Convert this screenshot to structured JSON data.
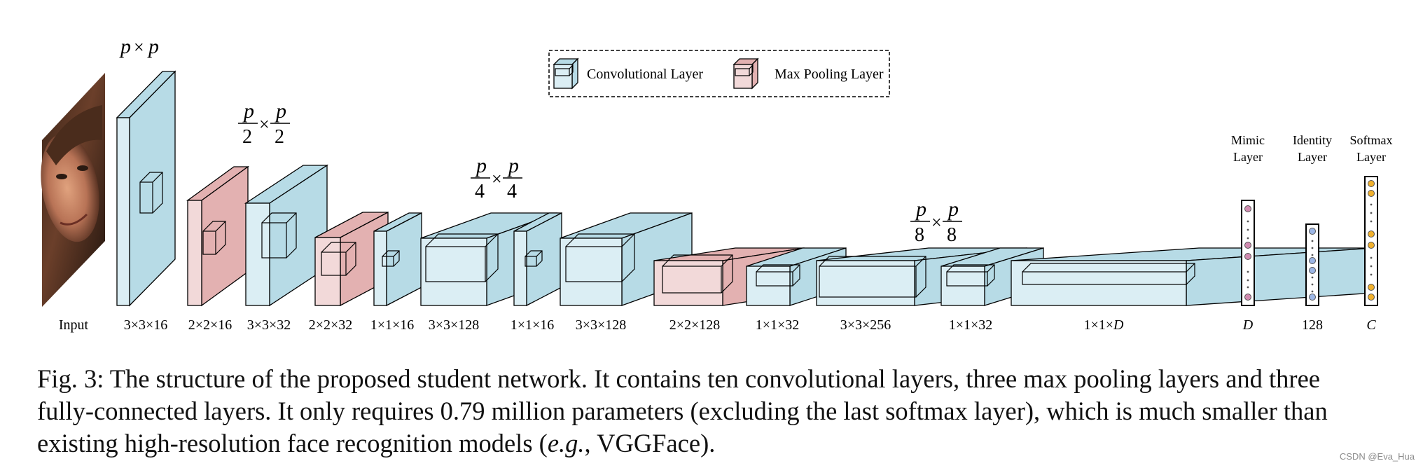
{
  "legend": {
    "conv_label": "Convolutional Layer",
    "pool_label": "Max Pooling  Layer"
  },
  "colors": {
    "conv_fill": "#dbeef4",
    "conv_side": "#b7dbe6",
    "pool_fill": "#f2d9d9",
    "pool_side": "#e3b1b1",
    "mimic_dot": "#d08bb0",
    "identity_dot": "#9db7e6",
    "softmax_dot": "#f1b12d"
  },
  "sizes": {
    "top": {
      "num": "p",
      "op": "×",
      "sep": "p"
    },
    "half": {
      "num": "p",
      "den": "2",
      "op": "×"
    },
    "quarter": {
      "num": "p",
      "den": "4",
      "op": "×"
    },
    "eighth": {
      "num": "p",
      "den": "8",
      "op": "×"
    }
  },
  "input_label": "Input",
  "layers": [
    {
      "type": "conv",
      "label": "3×3×16"
    },
    {
      "type": "pool",
      "label": "2×2×16"
    },
    {
      "type": "conv",
      "label": "3×3×32"
    },
    {
      "type": "pool",
      "label": "2×2×32"
    },
    {
      "type": "conv",
      "label": "1×1×16"
    },
    {
      "type": "conv",
      "label": "3×3×128"
    },
    {
      "type": "conv",
      "label": "1×1×16"
    },
    {
      "type": "conv",
      "label": "3×3×128"
    },
    {
      "type": "pool",
      "label": "2×2×128"
    },
    {
      "type": "conv",
      "label": "1×1×32"
    },
    {
      "type": "conv",
      "label": "3×3×256"
    },
    {
      "type": "conv",
      "label": "1×1×32"
    },
    {
      "type": "conv",
      "label": "1×1×D"
    }
  ],
  "fc_layers": [
    {
      "title1": "Mimic",
      "title2": "Layer",
      "label": "D"
    },
    {
      "title1": "Identity",
      "title2": "Layer",
      "label": "128"
    },
    {
      "title1": "Softmax",
      "title2": "Layer",
      "label": "C"
    }
  ],
  "caption": {
    "line1": "Fig. 3: The structure of the proposed student network. It contains ten convolutional layers, three max pooling layers and three",
    "line2": "fully-connected layers. It only requires 0.79 million parameters (excluding the last softmax layer), which is much smaller than",
    "line3_pre": "existing high-resolution face recognition models (",
    "line3_em": "e.g.",
    "line3_post": ", VGGFace)."
  },
  "watermark": "CSDN @Eva_Hua"
}
